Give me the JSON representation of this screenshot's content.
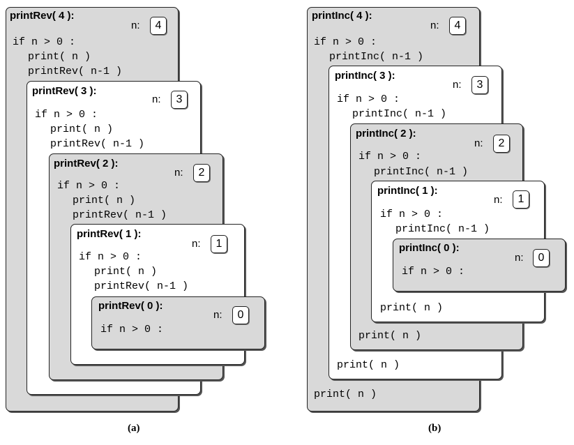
{
  "diagram_a": {
    "caption": "(a)",
    "frames": [
      {
        "title": "printRev( 4 ):",
        "n_label": "n:",
        "n_value": "4",
        "line_if": "if n > 0 :",
        "line_print": "print( n )",
        "line_call": "printRev( n-1 )"
      },
      {
        "title": "printRev( 3 ):",
        "n_label": "n:",
        "n_value": "3",
        "line_if": "if n > 0 :",
        "line_print": "print( n )",
        "line_call": "printRev( n-1 )"
      },
      {
        "title": "printRev( 2 ):",
        "n_label": "n:",
        "n_value": "2",
        "line_if": "if n > 0 :",
        "line_print": "print( n )",
        "line_call": "printRev( n-1 )"
      },
      {
        "title": "printRev( 1 ):",
        "n_label": "n:",
        "n_value": "1",
        "line_if": "if n > 0 :",
        "line_print": "print( n )",
        "line_call": "printRev( n-1 )"
      },
      {
        "title": "printRev( 0 ):",
        "n_label": "n:",
        "n_value": "0",
        "line_if": "if n > 0 :"
      }
    ]
  },
  "diagram_b": {
    "caption": "(b)",
    "frames": [
      {
        "title": "printInc( 4 ):",
        "n_label": "n:",
        "n_value": "4",
        "line_if": "if n > 0 :",
        "line_call": "printInc( n-1 )",
        "line_print": "print( n )"
      },
      {
        "title": "printInc( 3 ):",
        "n_label": "n:",
        "n_value": "3",
        "line_if": "if n > 0 :",
        "line_call": "printInc( n-1 )",
        "line_print": "print( n )"
      },
      {
        "title": "printInc( 2 ):",
        "n_label": "n:",
        "n_value": "2",
        "line_if": "if n > 0 :",
        "line_call": "printInc( n-1 )",
        "line_print": "print( n )"
      },
      {
        "title": "printInc( 1 ):",
        "n_label": "n:",
        "n_value": "1",
        "line_if": "if n > 0 :",
        "line_call": "printInc( n-1 )",
        "line_print": "print( n )"
      },
      {
        "title": "printInc( 0 ):",
        "n_label": "n:",
        "n_value": "0",
        "line_if": "if n > 0 :"
      }
    ]
  },
  "colors": {
    "frame_gray": "#d9d9d9",
    "frame_white": "#ffffff",
    "border": "#222222"
  }
}
